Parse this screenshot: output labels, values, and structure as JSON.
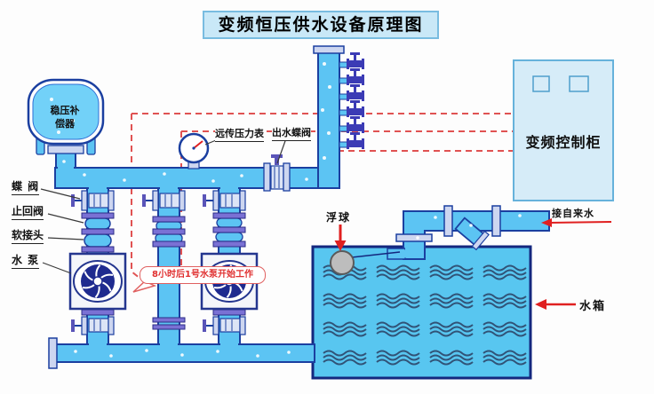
{
  "title": "变频恒压供水设备原理图",
  "labels": {
    "stabilizer_tank_line1": "稳压补",
    "stabilizer_tank_line2": "偿器",
    "butterfly_valve": "蝶 阀",
    "check_valve": "止回阀",
    "soft_joint": "软接头",
    "water_pump": "水 泵",
    "remote_pressure_gauge": "远传压力表",
    "outlet_butterfly_valve": "出水蝶阀",
    "frequency_control_cabinet": "变频控制柜",
    "float_ball": "浮球",
    "tap_water_inlet": "接自来水",
    "water_tank": "水箱",
    "pump_note_bubble": "8小时后1号水泵开始工作"
  },
  "colors": {
    "pipe_fill": "#5cc4f3",
    "pipe_outline": "#1b3fa0",
    "tank_water": "#58c6f0",
    "tank_border": "#14277e",
    "cabinet_fill": "#d6ecf8",
    "cabinet_border": "#66b2db",
    "signal_dashed_red": "#e05252",
    "annotation_red": "#e02020",
    "flange_light": "#cdd6f0",
    "coupling_ring": "#7a71d4",
    "impeller_navy": "#1f2b8f",
    "float_gray": "#bdbdbd",
    "title_bg": "#c9e8f7",
    "title_border": "#79bce0"
  }
}
